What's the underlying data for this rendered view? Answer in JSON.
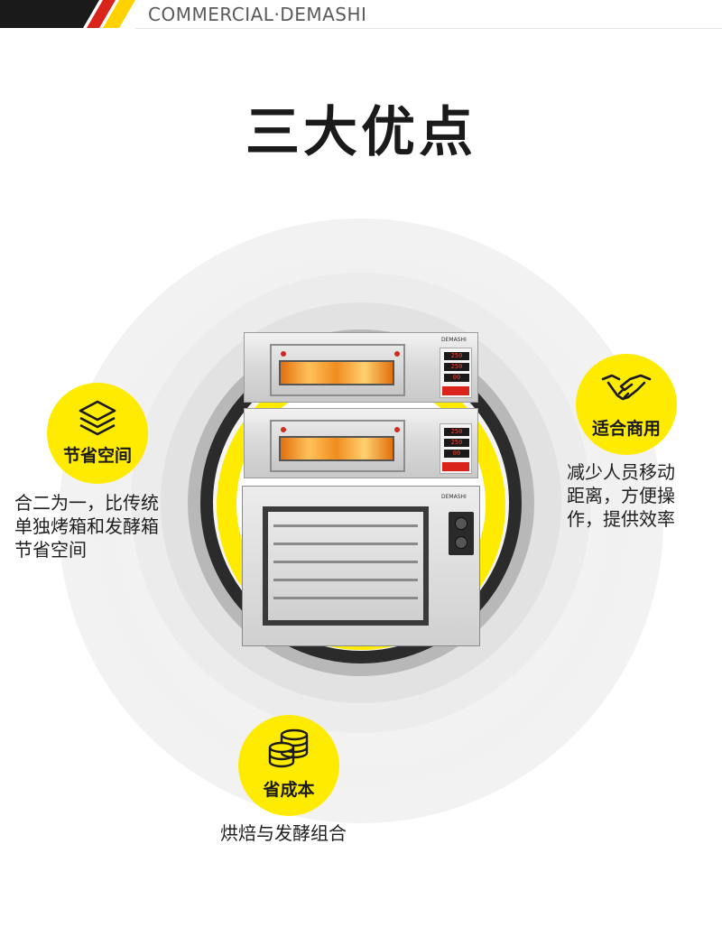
{
  "header": {
    "brand": "COMMERCIAL·DEMASHI",
    "stripe_colors": [
      "#1a1a1a",
      "#d8241a",
      "#ffd200"
    ]
  },
  "title": "三大优点",
  "product": {
    "brand_label": "DEMASHI",
    "deck_top_display": [
      "250",
      "250",
      "00"
    ],
    "deck_bottom_display": [
      "250",
      "250",
      "00"
    ]
  },
  "features": {
    "space": {
      "icon": "layers-icon",
      "label": "节省空间",
      "desc_lines": [
        "合二为一，比传统",
        "单独烤箱和发酵箱",
        "节省空间"
      ]
    },
    "commercial": {
      "icon": "handshake-icon",
      "label": "适合商用",
      "desc_lines": [
        "减少人员移动",
        "距离，方便操",
        "作，提供效率"
      ]
    },
    "cost": {
      "icon": "coins-icon",
      "label": "省成本",
      "desc_lines": [
        "烘焙与发酵组合"
      ]
    }
  },
  "colors": {
    "accent": "#ffeb00",
    "text": "#1a1a1a"
  }
}
